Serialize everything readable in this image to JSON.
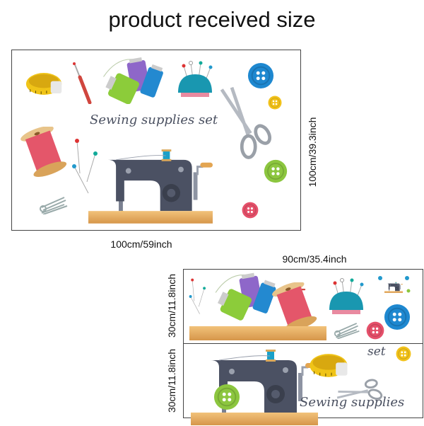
{
  "title": "product received size",
  "large_decal": {
    "width_label": "100cm/59inch",
    "height_label": "100cm/39.3inch",
    "caption": "Sewing supplies set"
  },
  "split_decal": {
    "width_label": "90cm/35.4inch",
    "panel_height_labels": [
      "30cm/11.8inch",
      "30cm/11.8inch"
    ],
    "caption_word_1": "set",
    "caption_word_2": "Sewing supplies"
  },
  "colors": {
    "blue_button": "#1e88d0",
    "yellow_button": "#f2c21a",
    "green_button": "#8cc63f",
    "red_button": "#e5506a",
    "machine_body": "#4b5163",
    "wood": "#e3a552"
  }
}
